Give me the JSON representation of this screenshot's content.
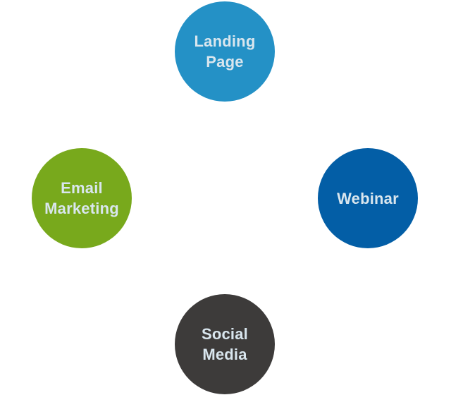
{
  "nodes": [
    {
      "id": "landing-page",
      "label": "Landing\nPage",
      "color": "#2491c6"
    },
    {
      "id": "email-marketing",
      "label": "Email\nMarketing",
      "color": "#78a91c"
    },
    {
      "id": "webinar",
      "label": "Webinar",
      "color": "#035ea6"
    },
    {
      "id": "social-media",
      "label": "Social\n Media",
      "color": "#3d3b3a"
    }
  ]
}
